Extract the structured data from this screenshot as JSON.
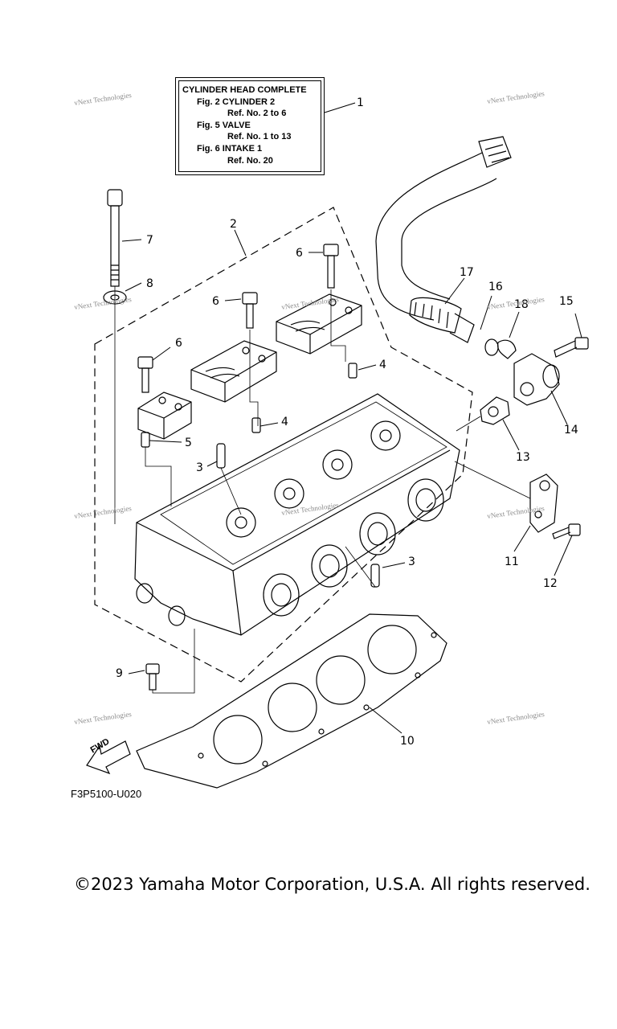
{
  "reference_box": {
    "title": "CYLINDER HEAD COMPLETE",
    "lines": [
      {
        "fig": "Fig. 2 CYLINDER 2",
        "ref": "Ref. No. 2 to 6"
      },
      {
        "fig": "Fig. 5 VALVE",
        "ref": "Ref. No. 1 to 13"
      },
      {
        "fig": "Fig. 6 INTAKE 1",
        "ref": "Ref. No. 20"
      }
    ]
  },
  "callouts": [
    "1",
    "2",
    "3",
    "3",
    "4",
    "4",
    "5",
    "6",
    "6",
    "6",
    "7",
    "8",
    "9",
    "10",
    "11",
    "12",
    "13",
    "14",
    "15",
    "16",
    "17",
    "18"
  ],
  "watermark_text": "vNext Technologies",
  "fwd_label": "FWD",
  "diagram_code": "F3P5100-U020",
  "copyright": "©2023 Yamaha Motor Corporation, U.S.A. All rights reserved.",
  "colors": {
    "line": "#000000",
    "background": "#ffffff",
    "watermark": "#8a8a8a"
  }
}
